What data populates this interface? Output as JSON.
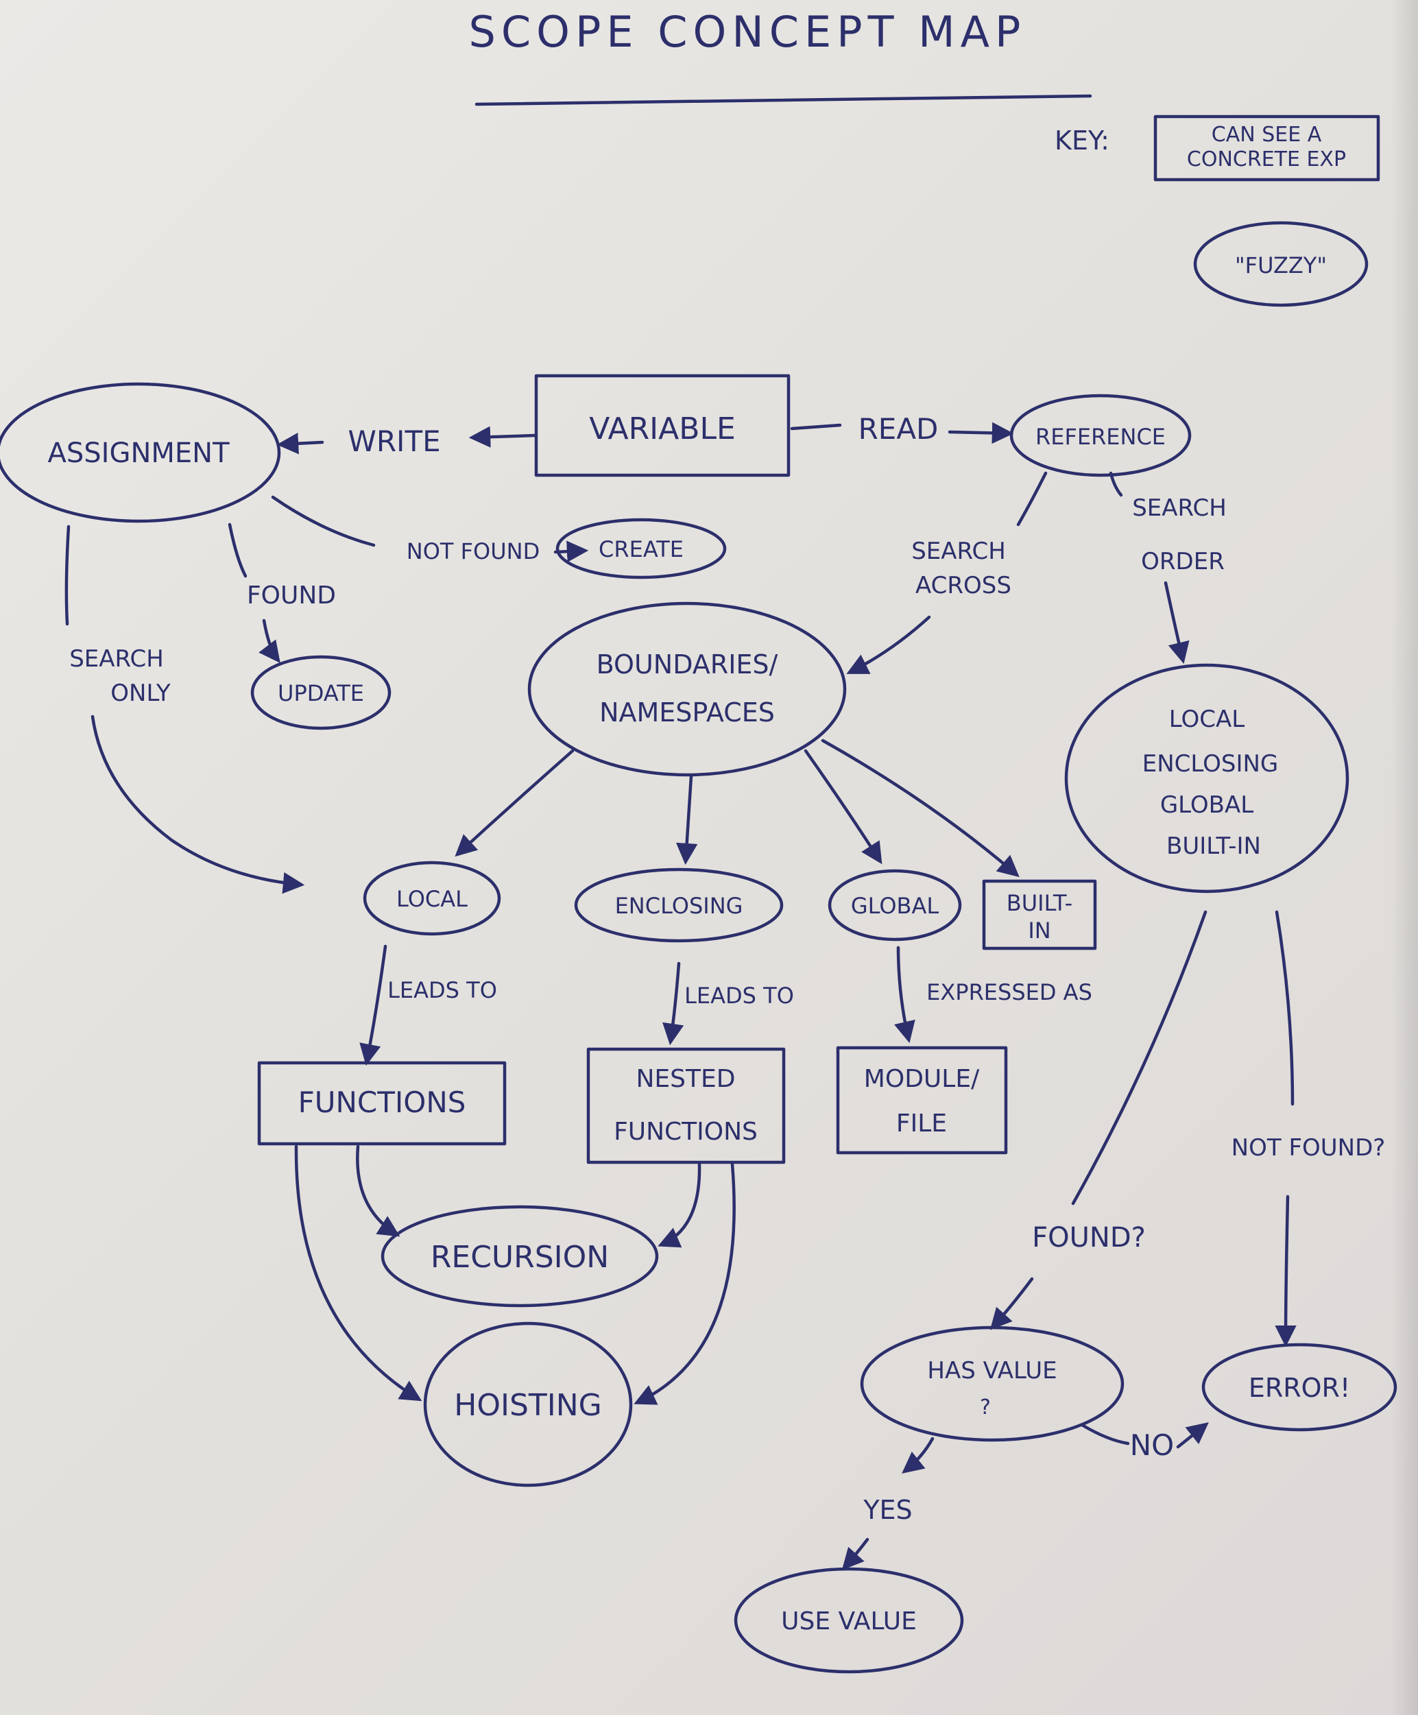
{
  "title": "SCOPE CONCEPT MAP",
  "key": {
    "label": "KEY:",
    "box_text_1": "CAN SEE A",
    "box_text_2": "CONCRETE EXP",
    "ellipse_text": "\"FUZZY\""
  },
  "nodes": {
    "variable": "VARIABLE",
    "reference": "REFERENCE",
    "assignment": "ASSIGNMENT",
    "create": "CREATE",
    "update": "UPDATE",
    "boundaries_1": "BOUNDARIES/",
    "boundaries_2": "NAMESPACES",
    "search_order_1": "LOCAL",
    "search_order_2": "ENCLOSING",
    "search_order_3": "GLOBAL",
    "search_order_4": "BUILT-IN",
    "local": "LOCAL",
    "enclosing": "ENCLOSING",
    "global": "GLOBAL",
    "builtin_1": "BUILT-",
    "builtin_2": "IN",
    "functions": "FUNCTIONS",
    "nested_1": "NESTED",
    "nested_2": "FUNCTIONS",
    "module_1": "MODULE/",
    "module_2": "FILE",
    "recursion": "RECURSION",
    "hoisting": "HOISTING",
    "has_value_1": "HAS VALUE",
    "has_value_2": "?",
    "error": "ERROR!",
    "use_value": "USE VALUE"
  },
  "edges": {
    "write": "WRITE",
    "read": "READ",
    "not_found": "NOT FOUND",
    "found": "FOUND",
    "search_only_1": "SEARCH",
    "search_only_2": "ONLY",
    "search_across_1": "SEARCH",
    "search_across_2": "ACROSS",
    "search_order_1": "SEARCH",
    "search_order_2": "ORDER",
    "leads_to_1": "LEADS TO",
    "leads_to_2": "LEADS TO",
    "expressed_as": "EXPRESSED AS",
    "found_q": "FOUND?",
    "not_found_q": "NOT FOUND?",
    "no": "NO",
    "yes": "YES"
  },
  "colors": {
    "ink": "#2c2f6b",
    "paper": "#e7e5e1"
  }
}
